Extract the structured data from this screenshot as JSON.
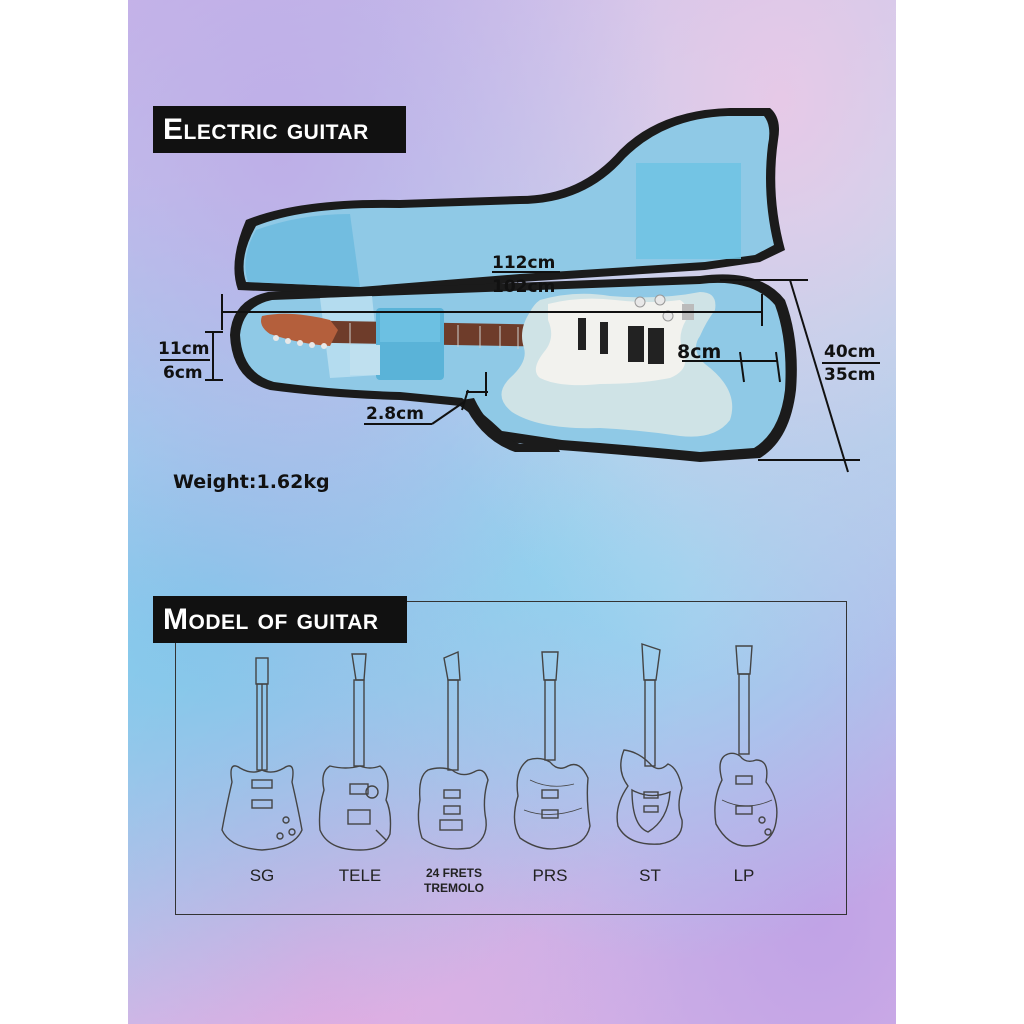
{
  "heading_top": "Electric guitar",
  "heading_bottom": "Model of guitar",
  "dimensions": {
    "length_outer": "112cm",
    "length_inner": "102cm",
    "depth_outer": "11cm",
    "depth_inner": "6cm",
    "width_outer": "40cm",
    "width_inner": "35cm",
    "neck_gap": "2.8cm",
    "body_pad": "8cm"
  },
  "weight": "Weight:1.62kg",
  "models": [
    {
      "label": "SG"
    },
    {
      "label": "TELE"
    },
    {
      "label": "24 FRETS",
      "label2": "TREMOLO"
    },
    {
      "label": "PRS"
    },
    {
      "label": "ST"
    },
    {
      "label": "LP"
    }
  ],
  "colors": {
    "case_lining": "#8fc9e6",
    "case_shell": "#1b1b1b",
    "guitar_body": "#cfe3e6",
    "pickguard": "#f2f2ee",
    "neck": "#b45f3c"
  }
}
